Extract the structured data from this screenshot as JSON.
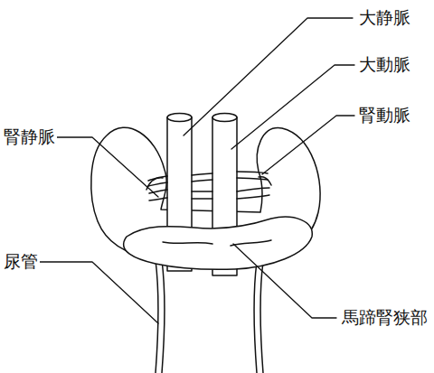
{
  "diagram": {
    "labels": [
      "大静脈",
      "大動脈",
      "腎動脈",
      "腎静脈",
      "尿管",
      "馬蹄腎狭部"
    ]
  }
}
